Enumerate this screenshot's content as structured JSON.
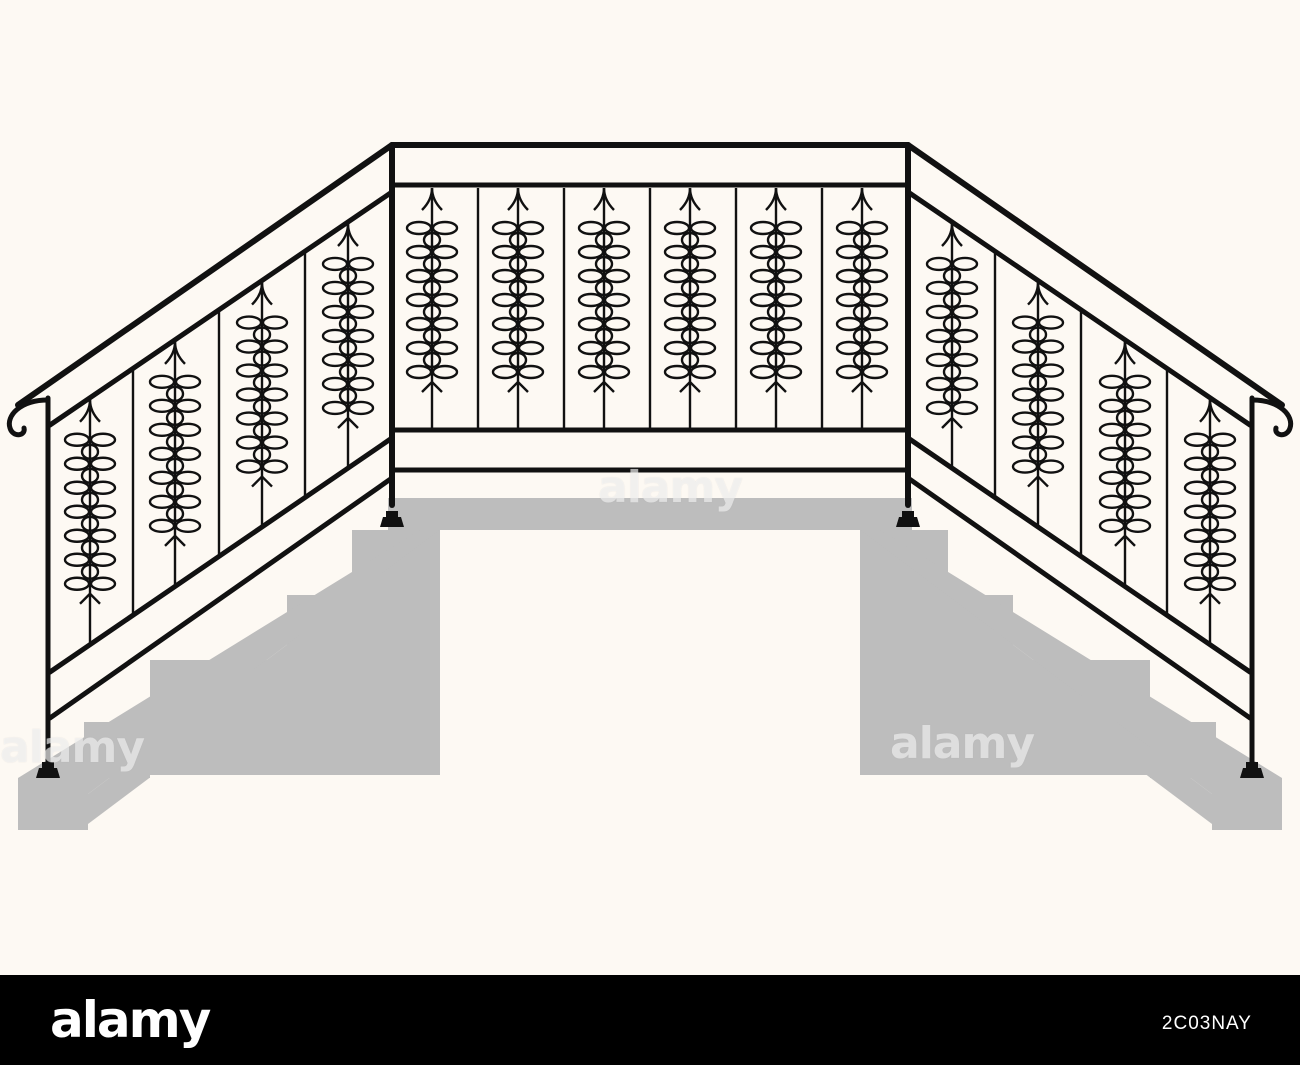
{
  "image": {
    "subject": "wrought iron railing",
    "colors": {
      "background": "#fdf9f3",
      "iron": "#111111",
      "stairs": "#bdbdbd",
      "footer": "#000000",
      "footer_text": "#ffffff"
    }
  },
  "watermark": {
    "text": "alamy"
  },
  "footer": {
    "logo": "alamy",
    "image_id": "2C03NAY"
  }
}
